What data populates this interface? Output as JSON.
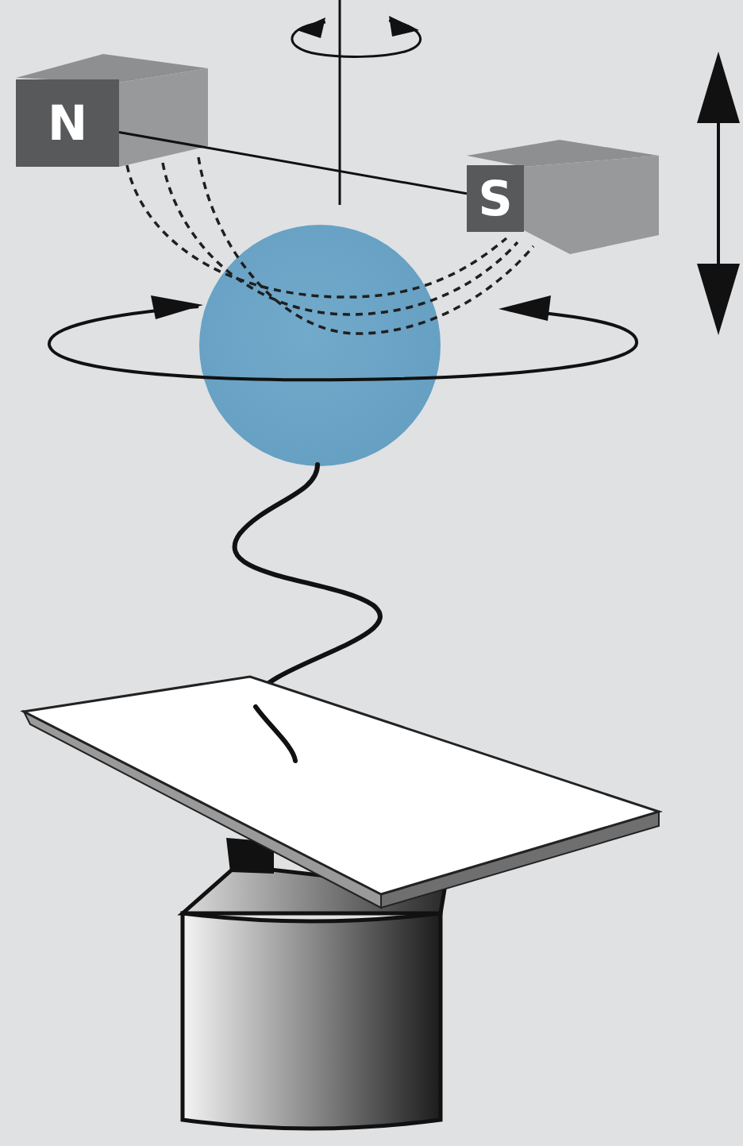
{
  "diagram": {
    "nodes": [
      {
        "text": [
          "N"
        ]
      },
      {
        "text": [
          "S"
        ]
      }
    ],
    "edges": [
      {
        "from": 0,
        "to": 1,
        "arrow": "none"
      }
    ]
  }
}
